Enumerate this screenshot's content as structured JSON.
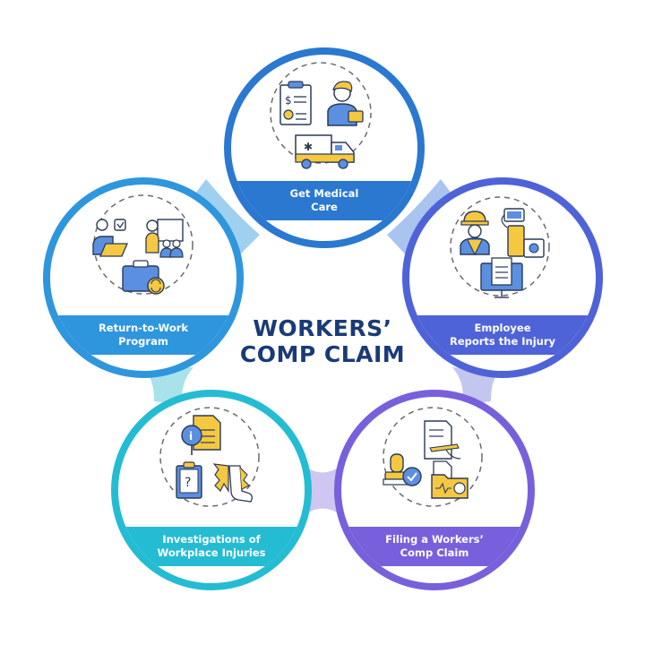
{
  "title": {
    "line1": "WORKERS’",
    "line2": "COMP CLAIM",
    "color": "#1a3a78"
  },
  "steps": [
    {
      "id": "get-medical-care",
      "label_line1": "Get Medical",
      "label_line2": "Care",
      "color": "#2a78d0",
      "icons": [
        "medical-bill-clipboard-icon",
        "employee-with-briefcase-icon",
        "ambulance-icon"
      ]
    },
    {
      "id": "employee-reports-injury",
      "label_line1": "Employee",
      "label_line2": "Reports the Injury",
      "color": "#4f63d8",
      "icons": [
        "worker-hardhat-icon",
        "iv-drip-machine-icon",
        "first-aid-kit-icon",
        "computer-document-icon"
      ]
    },
    {
      "id": "filing-comp-claim",
      "label_line1": "Filing a Workers’",
      "label_line2": "Comp Claim",
      "color": "#7860dc",
      "icons": [
        "document-signing-icon",
        "approval-stamp-icon",
        "medical-folder-icon"
      ]
    },
    {
      "id": "investigations",
      "label_line1": "Investigations of",
      "label_line2": "Workplace Injuries",
      "color": "#24bcd3",
      "icons": [
        "info-document-icon",
        "question-clipboard-icon",
        "injured-leg-icon"
      ]
    },
    {
      "id": "return-to-work",
      "label_line1": "Return-to-Work",
      "label_line2": "Program",
      "color": "#2e96dd",
      "icons": [
        "checklist-laptop-icon",
        "training-presentation-icon",
        "briefcase-cycle-icon"
      ]
    }
  ],
  "connectors": {
    "top_left": "#9fd0f0",
    "top_right": "#a9c4ef",
    "right_bottom": "#c3c6ef",
    "bottom": "#cfc6f2",
    "left_bottom": "#a8e2ea"
  },
  "icon_colors": {
    "outline": "#2b3a55",
    "yellow": "#f5c842",
    "blue": "#5b8fe0",
    "white": "#ffffff",
    "dashed": "#6b6b6b"
  }
}
